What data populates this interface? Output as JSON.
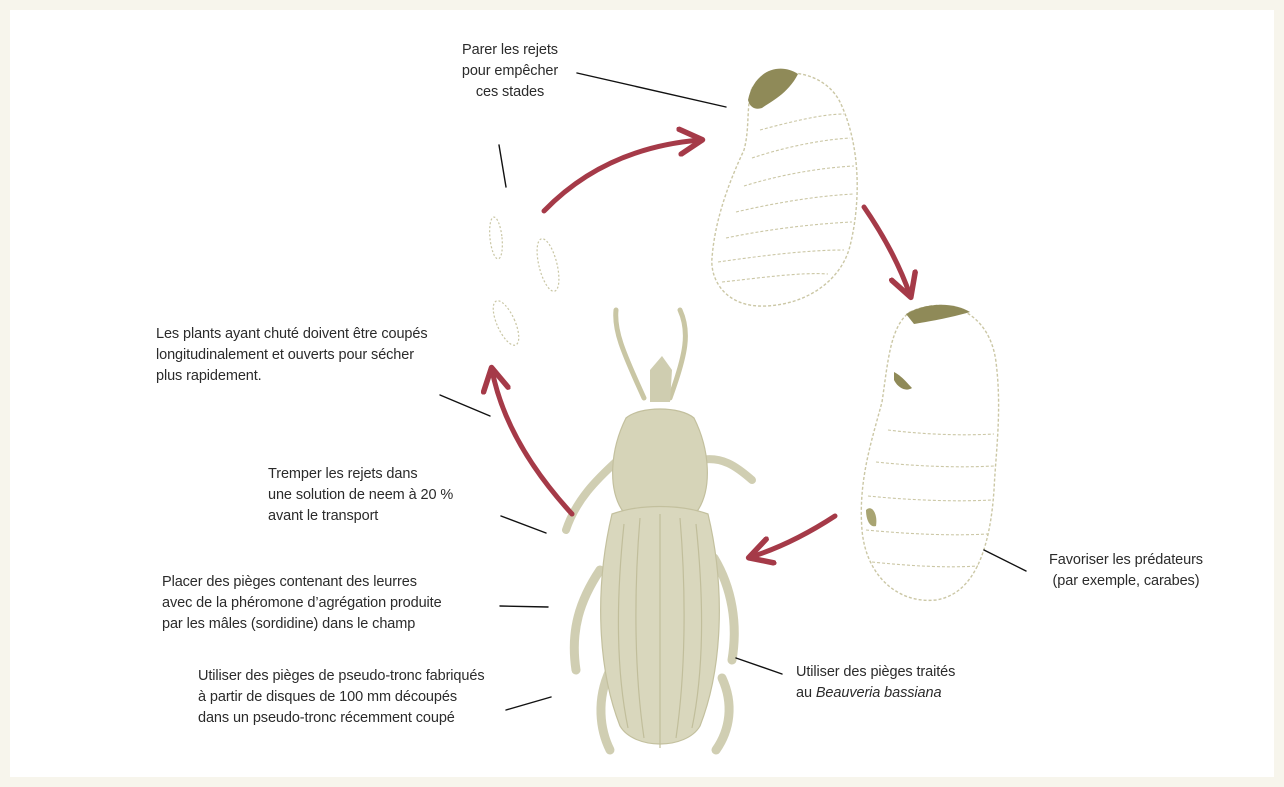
{
  "colors": {
    "arrow": "#a53a48",
    "insect_fill": "#d9d7bd",
    "insect_dark": "#8f8a58",
    "leader_line": "#111111",
    "text": "#2b2b2b"
  },
  "labels": {
    "trim_offshoots": {
      "lines": [
        "Parer les rejets",
        "pour empêcher",
        "ces stades"
      ]
    },
    "fallen_plants": {
      "lines": [
        "Les plants ayant chuté doivent être coupés",
        "longitudinalement et ouverts pour sécher",
        "plus rapidement."
      ]
    },
    "neem_dip": {
      "lines": [
        "Tremper les rejets dans",
        "une solution de neem à 20 %",
        "avant le transport"
      ]
    },
    "pheromone_traps": {
      "lines": [
        "Placer des pièges contenant des leurres",
        "avec de la phéromone d’agrégation produite",
        "par les mâles (sordidine) dans le champ"
      ]
    },
    "pseudostem_traps": {
      "lines": [
        "Utiliser des pièges de pseudo-tronc fabriqués",
        "à partir de disques de 100 mm découpés",
        "dans un pseudo-tronc récemment coupé"
      ]
    },
    "beauveria_traps": {
      "line1": "Utiliser des pièges traités",
      "line2_prefix": "au ",
      "line2_italic": "Beauveria bassiana"
    },
    "predators": {
      "lines": [
        "Favoriser les prédateurs",
        "(par exemple, carabes)"
      ]
    }
  }
}
